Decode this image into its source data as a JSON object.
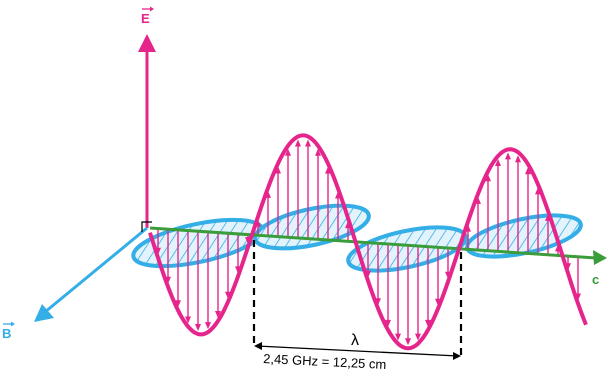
{
  "diagram": {
    "labels": {
      "e_field": "E",
      "b_field": "B",
      "propagation": "c",
      "wavelength_symbol": "λ",
      "wavelength_caption": "2,45 GHz = 12,25 cm"
    },
    "colors": {
      "electric": "#e6258c",
      "magnetic": "#33aee6",
      "magnetic_fill": "#e3f3fb",
      "propagation": "#3a9c3a",
      "dimension": "#000000"
    }
  }
}
